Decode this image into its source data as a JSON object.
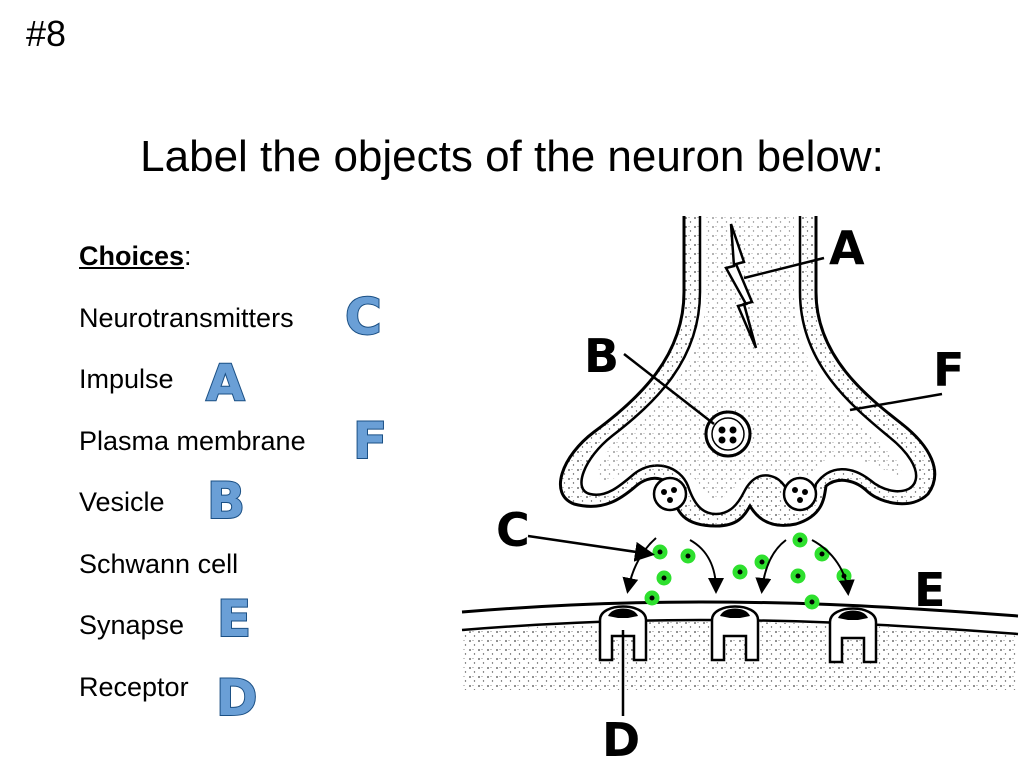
{
  "slide_number": "#8",
  "title": "Label the objects of the neuron below:",
  "choices_heading": "Choices",
  "choices_heading_suffix": ":",
  "choices": [
    {
      "label": "Neurotransmitters",
      "answer": "C"
    },
    {
      "label": "Impulse",
      "answer": "A"
    },
    {
      "label": "Plasma membrane",
      "answer": "F"
    },
    {
      "label": "Vesicle",
      "answer": "B"
    },
    {
      "label": "Schwann cell",
      "answer": ""
    },
    {
      "label": "Synapse",
      "answer": "E"
    },
    {
      "label": "Receptor",
      "answer": "D"
    }
  ],
  "diagram_labels": {
    "a": "A",
    "b": "B",
    "c": "C",
    "d": "D",
    "e": "E",
    "f": "F"
  },
  "colors": {
    "answer_fill": "#6a9fd6",
    "answer_outline": "#1a4f84",
    "neurotransmitter": "#2ee02e"
  }
}
